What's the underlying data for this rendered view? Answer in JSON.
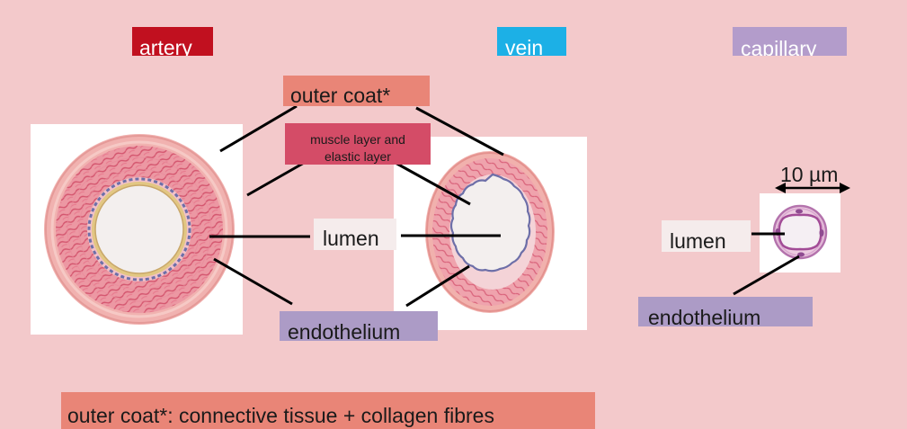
{
  "headers": {
    "artery": "artery",
    "vein": "vein",
    "capillary": "capillary"
  },
  "labels": {
    "outer_coat": "outer coat*",
    "muscle_layer_line1": "muscle layer and",
    "muscle_layer_line2": "elastic layer",
    "lumen_center": "lumen",
    "endothelium_center": "endothelium",
    "scale": "10 µm",
    "lumen_capillary": "lumen",
    "endothelium_capillary": "endothelium",
    "footnote": "outer coat*: connective tissue + collagen fibres"
  },
  "colors": {
    "background": "#f3c9cb",
    "artery_header": "#c1101f",
    "vein_header": "#1cb0e6",
    "capillary_header": "#b39ccb",
    "outer_coat_label": "#e98577",
    "muscle_label": "#d44c67",
    "lumen_label": "#f5ecec",
    "endothelium_label": "#ac9bc6",
    "footnote_label": "#e98577"
  }
}
